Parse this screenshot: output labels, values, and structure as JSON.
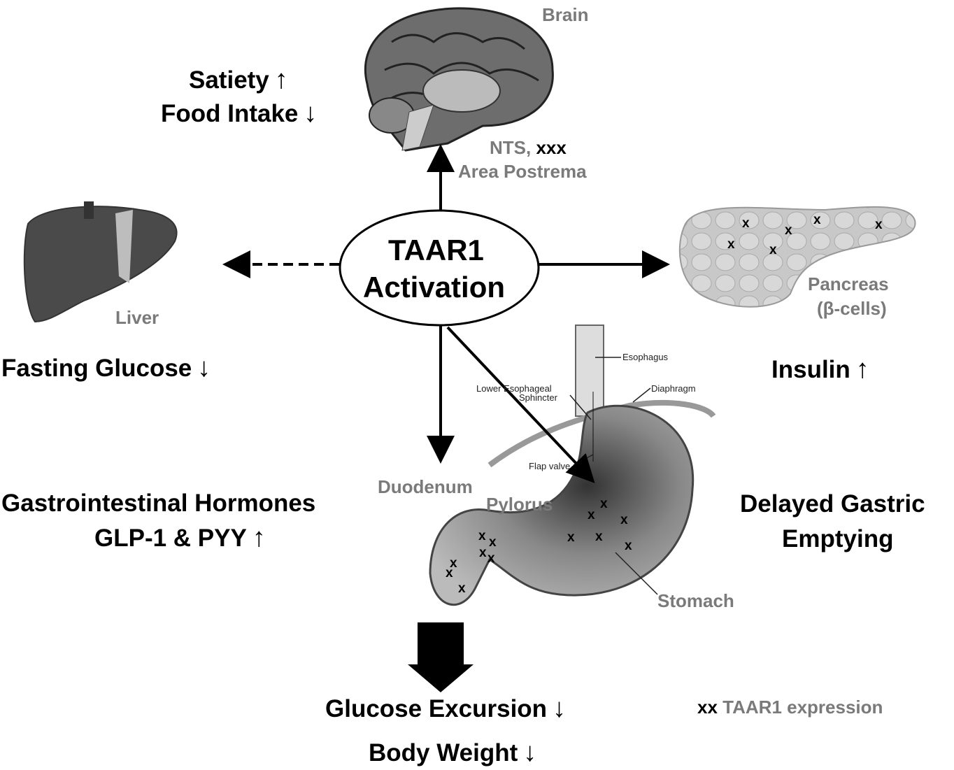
{
  "center": {
    "line1": "TAAR1",
    "line2": "Activation"
  },
  "brain": {
    "label": "Brain",
    "region_a": "NTS,",
    "region_a_mark": "xxx",
    "region_b": "Area Postrema"
  },
  "effects": {
    "satiety": "Satiety",
    "satiety_arrow": "↑",
    "food_intake": "Food Intake",
    "food_intake_arrow": "↓",
    "fasting_glucose": "Fasting Glucose",
    "fasting_glucose_arrow": "↓",
    "insulin": "Insulin",
    "insulin_arrow": "↑",
    "gi_hormones": "Gastrointestinal  Hormones",
    "glp": "GLP-1 & PYY",
    "glp_arrow": "↑",
    "gastric_1": "Delayed Gastric",
    "gastric_2": "Emptying",
    "glucose_excursion": "Glucose Excursion",
    "glucose_excursion_arrow": "↓",
    "body_weight": "Body Weight",
    "body_weight_arrow": "↓"
  },
  "organs": {
    "liver": "Liver",
    "pancreas": "Pancreas",
    "pancreas_cells": "(β-cells)",
    "duodenum": "Duodenum",
    "pylorus": "Pylorus",
    "stomach": "Stomach"
  },
  "stomach_labels": {
    "esophagus": "Esophagus",
    "les_1": "Lower Esophageal",
    "les_2": "Sphincter",
    "diaphragm": "Diaphragm",
    "flap_valve": "Flap valve"
  },
  "legend": {
    "mark": "xx",
    "text": "TAAR1  expression"
  },
  "marker": "x"
}
